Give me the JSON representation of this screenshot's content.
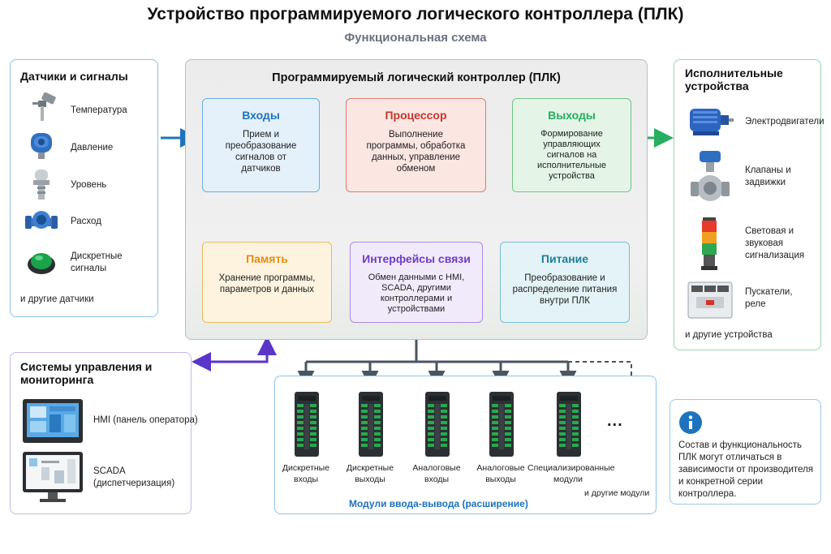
{
  "header": {
    "title": "Устройство программируемого логического контроллера (ПЛК)",
    "subtitle": "Функциональная схема"
  },
  "sensors": {
    "title": "Датчики и сигналы",
    "items": [
      {
        "label": "Температура",
        "icon": "temperature-sensor-icon"
      },
      {
        "label": "Давление",
        "icon": "pressure-sensor-icon"
      },
      {
        "label": "Уровень",
        "icon": "level-sensor-icon"
      },
      {
        "label": "Расход",
        "icon": "flow-meter-icon"
      },
      {
        "label": "Дискретные сигналы",
        "icon": "discrete-button-icon"
      }
    ],
    "footer": "и другие датчики"
  },
  "plc": {
    "title": "Программируемый логический контроллер (ПЛК)",
    "blocks": {
      "inputs": {
        "title": "Входы",
        "desc": "Прием и преобразование сигналов от датчиков"
      },
      "cpu": {
        "title": "Процессор",
        "desc": "Выполнение программы, обработка данных, управление обменом"
      },
      "outputs": {
        "title": "Выходы",
        "desc": "Формирование управляющих сигналов на исполнительные устройства"
      },
      "memory": {
        "title": "Память",
        "desc": "Хранение программы, параметров и данных"
      },
      "comm": {
        "title": "Интерфейсы связи",
        "desc": "Обмен данными с HMI, SCADA, другими контроллерами и устройствами"
      },
      "power": {
        "title": "Питание",
        "desc": "Преобразование и распределение питания внутри ПЛК"
      }
    }
  },
  "actuators": {
    "title": "Исполнительные устройства",
    "items": [
      {
        "label": "Электродвигатели",
        "icon": "electric-motor-icon"
      },
      {
        "label": "Клапаны и задвижки",
        "icon": "valve-icon"
      },
      {
        "label": "Световая и звуковая сигнализация",
        "icon": "signal-tower-icon"
      },
      {
        "label": "Пускатели, реле",
        "icon": "contactor-icon"
      }
    ],
    "footer": "и другие устройства"
  },
  "control": {
    "title": "Системы управления и мониторинга",
    "items": [
      {
        "label": "HMI (панель оператора)",
        "icon": "hmi-panel-icon"
      },
      {
        "label": "SCADA (диспетчеризация)",
        "icon": "scada-monitor-icon"
      }
    ]
  },
  "modules": {
    "title": "Модули ввода-вывода (расширение)",
    "items": [
      {
        "label": "Дискретные входы"
      },
      {
        "label": "Дискретные выходы"
      },
      {
        "label": "Аналоговые входы"
      },
      {
        "label": "Аналоговые выходы"
      },
      {
        "label": "Специализированные модули"
      }
    ],
    "ellipsis": "...",
    "footer": "и другие модули"
  },
  "info": {
    "icon": "info-icon",
    "text": "Состав и функциональность ПЛК могут отличаться в зависимости от производителя и конкретной серии контроллера."
  },
  "colors": {
    "input_arrow": "#1e73be",
    "output_arrow": "#27ae60",
    "control_arrow": "#5b35c9",
    "bus": "#4a5560"
  }
}
